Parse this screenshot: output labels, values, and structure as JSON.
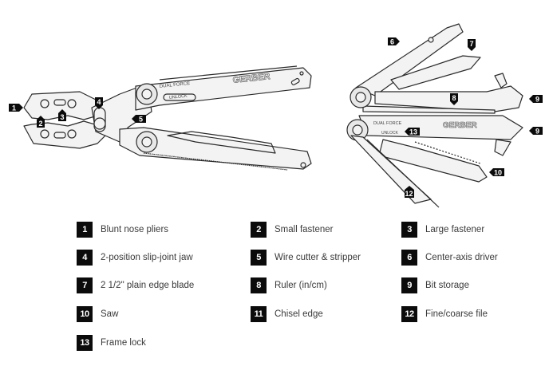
{
  "illustration": {
    "brand_text": "GERBER",
    "dual_force_text": "DUAL FORCE",
    "unlock_text": "UNLOCK",
    "left_callouts": [
      "1",
      "2",
      "3",
      "4",
      "5"
    ],
    "right_callouts": [
      "6",
      "7",
      "8",
      "9",
      "9",
      "10",
      "12",
      "13"
    ]
  },
  "legend": [
    {
      "num": "1",
      "label": "Blunt nose pliers"
    },
    {
      "num": "2",
      "label": "Small fastener"
    },
    {
      "num": "3",
      "label": "Large fastener"
    },
    {
      "num": "4",
      "label": "2-position slip-joint jaw"
    },
    {
      "num": "5",
      "label": "Wire cutter & stripper"
    },
    {
      "num": "6",
      "label": "Center-axis driver"
    },
    {
      "num": "7",
      "label": "2 1/2\" plain edge blade"
    },
    {
      "num": "8",
      "label": "Ruler (in/cm)"
    },
    {
      "num": "9",
      "label": "Bit storage"
    },
    {
      "num": "10",
      "label": "Saw"
    },
    {
      "num": "11",
      "label": "Chisel edge"
    },
    {
      "num": "12",
      "label": "Fine/coarse file"
    },
    {
      "num": "13",
      "label": "Frame lock"
    }
  ],
  "colors": {
    "badge": "#0b0b0b",
    "line": "#2a2a2a",
    "fill": "#f2f2f2"
  }
}
